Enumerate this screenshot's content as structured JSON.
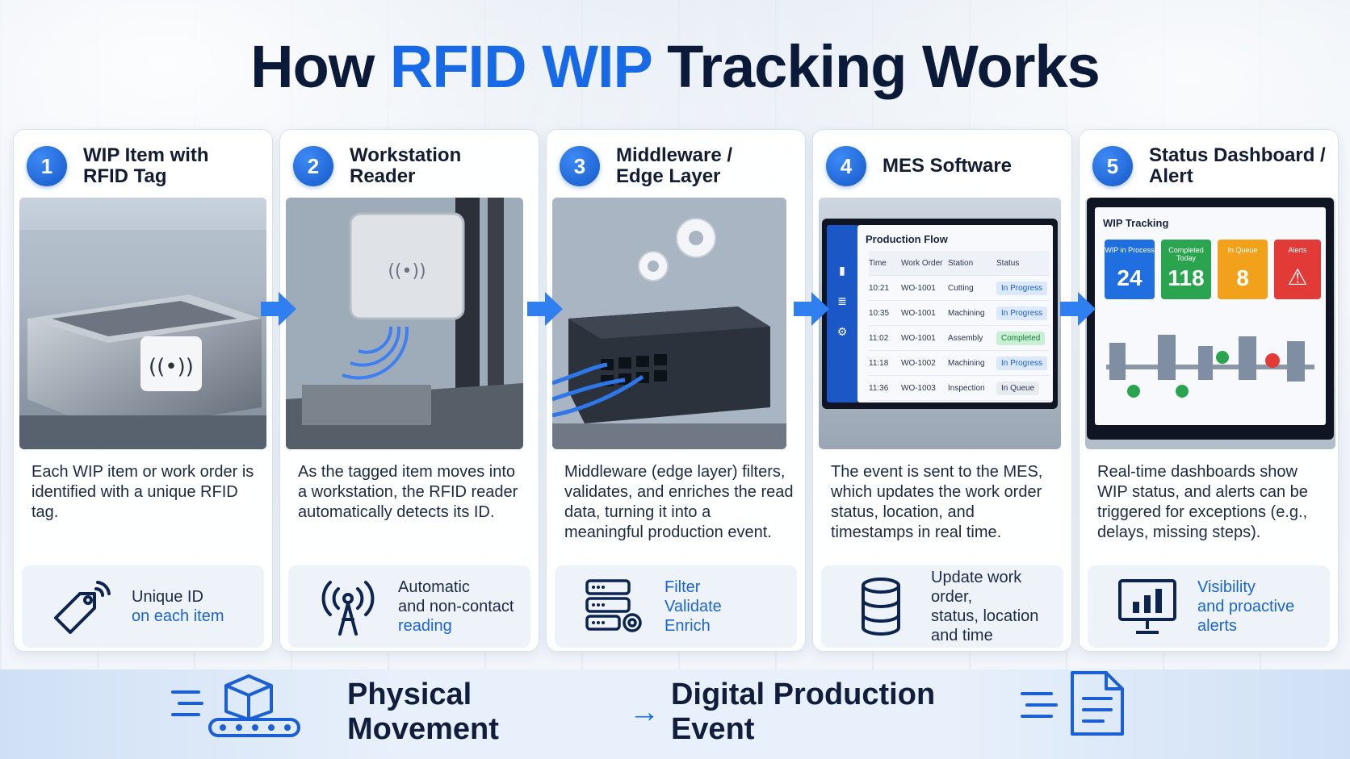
{
  "title": {
    "part1": "How",
    "accent": "RFID WIP",
    "part2": "Tracking Works"
  },
  "steps": [
    {
      "number": "1",
      "title": "WIP Item with RFID Tag",
      "description": "Each WIP item or work order is identified with a unique RFID tag.",
      "foot_line1": "Unique ID",
      "foot_line2": "on each item",
      "foot_icon": "rfid-tag-icon"
    },
    {
      "number": "2",
      "title": "Workstation Reader",
      "description": "As the tagged item moves into a workstation, the RFID reader automatically detects its ID.",
      "foot_line1": "Automatic",
      "foot_line2": "and non-contact",
      "foot_line3": "reading",
      "foot_icon": "antenna-icon"
    },
    {
      "number": "3",
      "title": "Middleware / Edge Layer",
      "description": "Middleware (edge layer) filters, validates, and enriches the read data, turning it into a meaningful production event.",
      "foot_line1": "Filter",
      "foot_line2": "Validate",
      "foot_line3": "Enrich",
      "foot_icon": "server-gear-icon"
    },
    {
      "number": "4",
      "title": "MES Software",
      "description": "The event is sent to the MES, which updates the work order status, location, and timestamps in real time.",
      "foot_line1": "Update work order,",
      "foot_line2": "status, location",
      "foot_line3": "and time",
      "foot_icon": "database-icon"
    },
    {
      "number": "5",
      "title": "Status Dashboard / Alert",
      "description": "Real-time dashboards show WIP status, and alerts can be triggered for exceptions (e.g., delays, missing steps).",
      "foot_line1": "Visibility",
      "foot_line2": "and proactive",
      "foot_line3": "alerts",
      "foot_icon": "monitor-chart-icon"
    }
  ],
  "mes_screen": {
    "title": "Production Flow",
    "headers": [
      "Time",
      "Work Order",
      "Station",
      "Status"
    ],
    "rows": [
      [
        "10:21",
        "WO-1001",
        "Cutting",
        "In Progress"
      ],
      [
        "10:35",
        "WO-1001",
        "Machining",
        "In Progress"
      ],
      [
        "11:02",
        "WO-1001",
        "Assembly",
        "Completed"
      ],
      [
        "11:18",
        "WO-1002",
        "Machining",
        "In Progress"
      ],
      [
        "11:36",
        "WO-1003",
        "Inspection",
        "In Queue"
      ]
    ]
  },
  "dashboard_screen": {
    "title": "WIP Tracking",
    "tiles": [
      {
        "label": "WIP in Process",
        "value": "24",
        "color": "#1f6fe0"
      },
      {
        "label": "Completed Today",
        "value": "118",
        "color": "#2aa44f"
      },
      {
        "label": "In Queue",
        "value": "8",
        "color": "#f2a21a"
      },
      {
        "label": "Alerts",
        "value": "",
        "color": "#e23a36"
      }
    ]
  },
  "bottom": {
    "left": "Physical Movement",
    "arrow": "→",
    "right": "Digital Production Event"
  },
  "colors": {
    "accent": "#1869e6",
    "number_badge": "#1559c9",
    "arrow": "#2f7ff0"
  }
}
